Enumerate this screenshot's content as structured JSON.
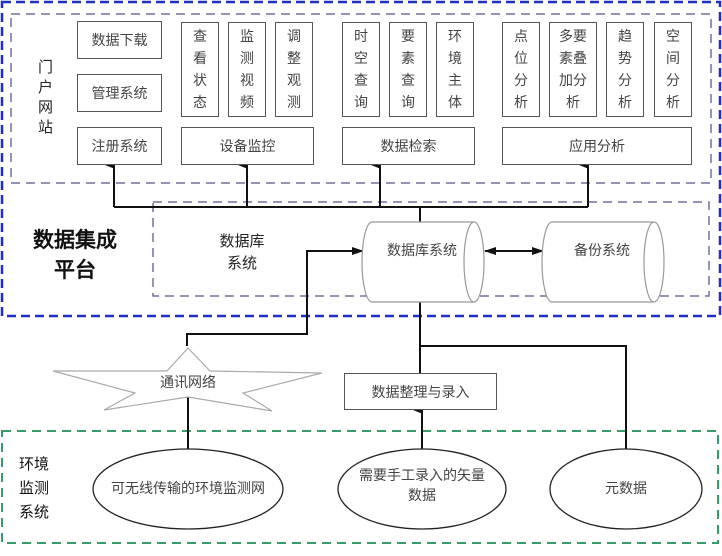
{
  "portal": {
    "title": "门户网站",
    "boxes": {
      "download": "数据下载",
      "manage": "管理系统",
      "register": "注册系统",
      "view_status": "查看状态",
      "monitor_video": "监测视频",
      "adjust_obs": "调整观测",
      "device_monitor": "设备监控",
      "spatiotemporal": "时空查询",
      "element_query": "要素查询",
      "env_subject": "环境主体",
      "data_retrieval": "数据检索",
      "point_analysis": "点位分析",
      "multi_overlay": "多要素叠加分析",
      "trend_analysis": "趋势分析",
      "spatial_analysis": "空间分析",
      "app_analysis": "应用分析"
    }
  },
  "platform": {
    "title_line1": "数据集成",
    "title_line2": "平台",
    "db_section_line1": "数据库",
    "db_section_line2": "系统",
    "db_system": "数据库系统",
    "backup_system": "备份系统"
  },
  "middle": {
    "network": "通讯网络",
    "data_entry": "数据整理与录入"
  },
  "monitoring": {
    "title": "环境监测系统",
    "title_lines": [
      "环境",
      "监测",
      "系统"
    ],
    "wireless_net": "可无线传输的环境监测网",
    "manual_line1": "需要手工录入的矢量",
    "manual_line2": "数据",
    "metadata": "元数据"
  },
  "colors": {
    "outer_border": "#1f2fbf",
    "inner_border": "#7070a0",
    "monitor_border": "#3a9a6a",
    "line": "#111111"
  }
}
